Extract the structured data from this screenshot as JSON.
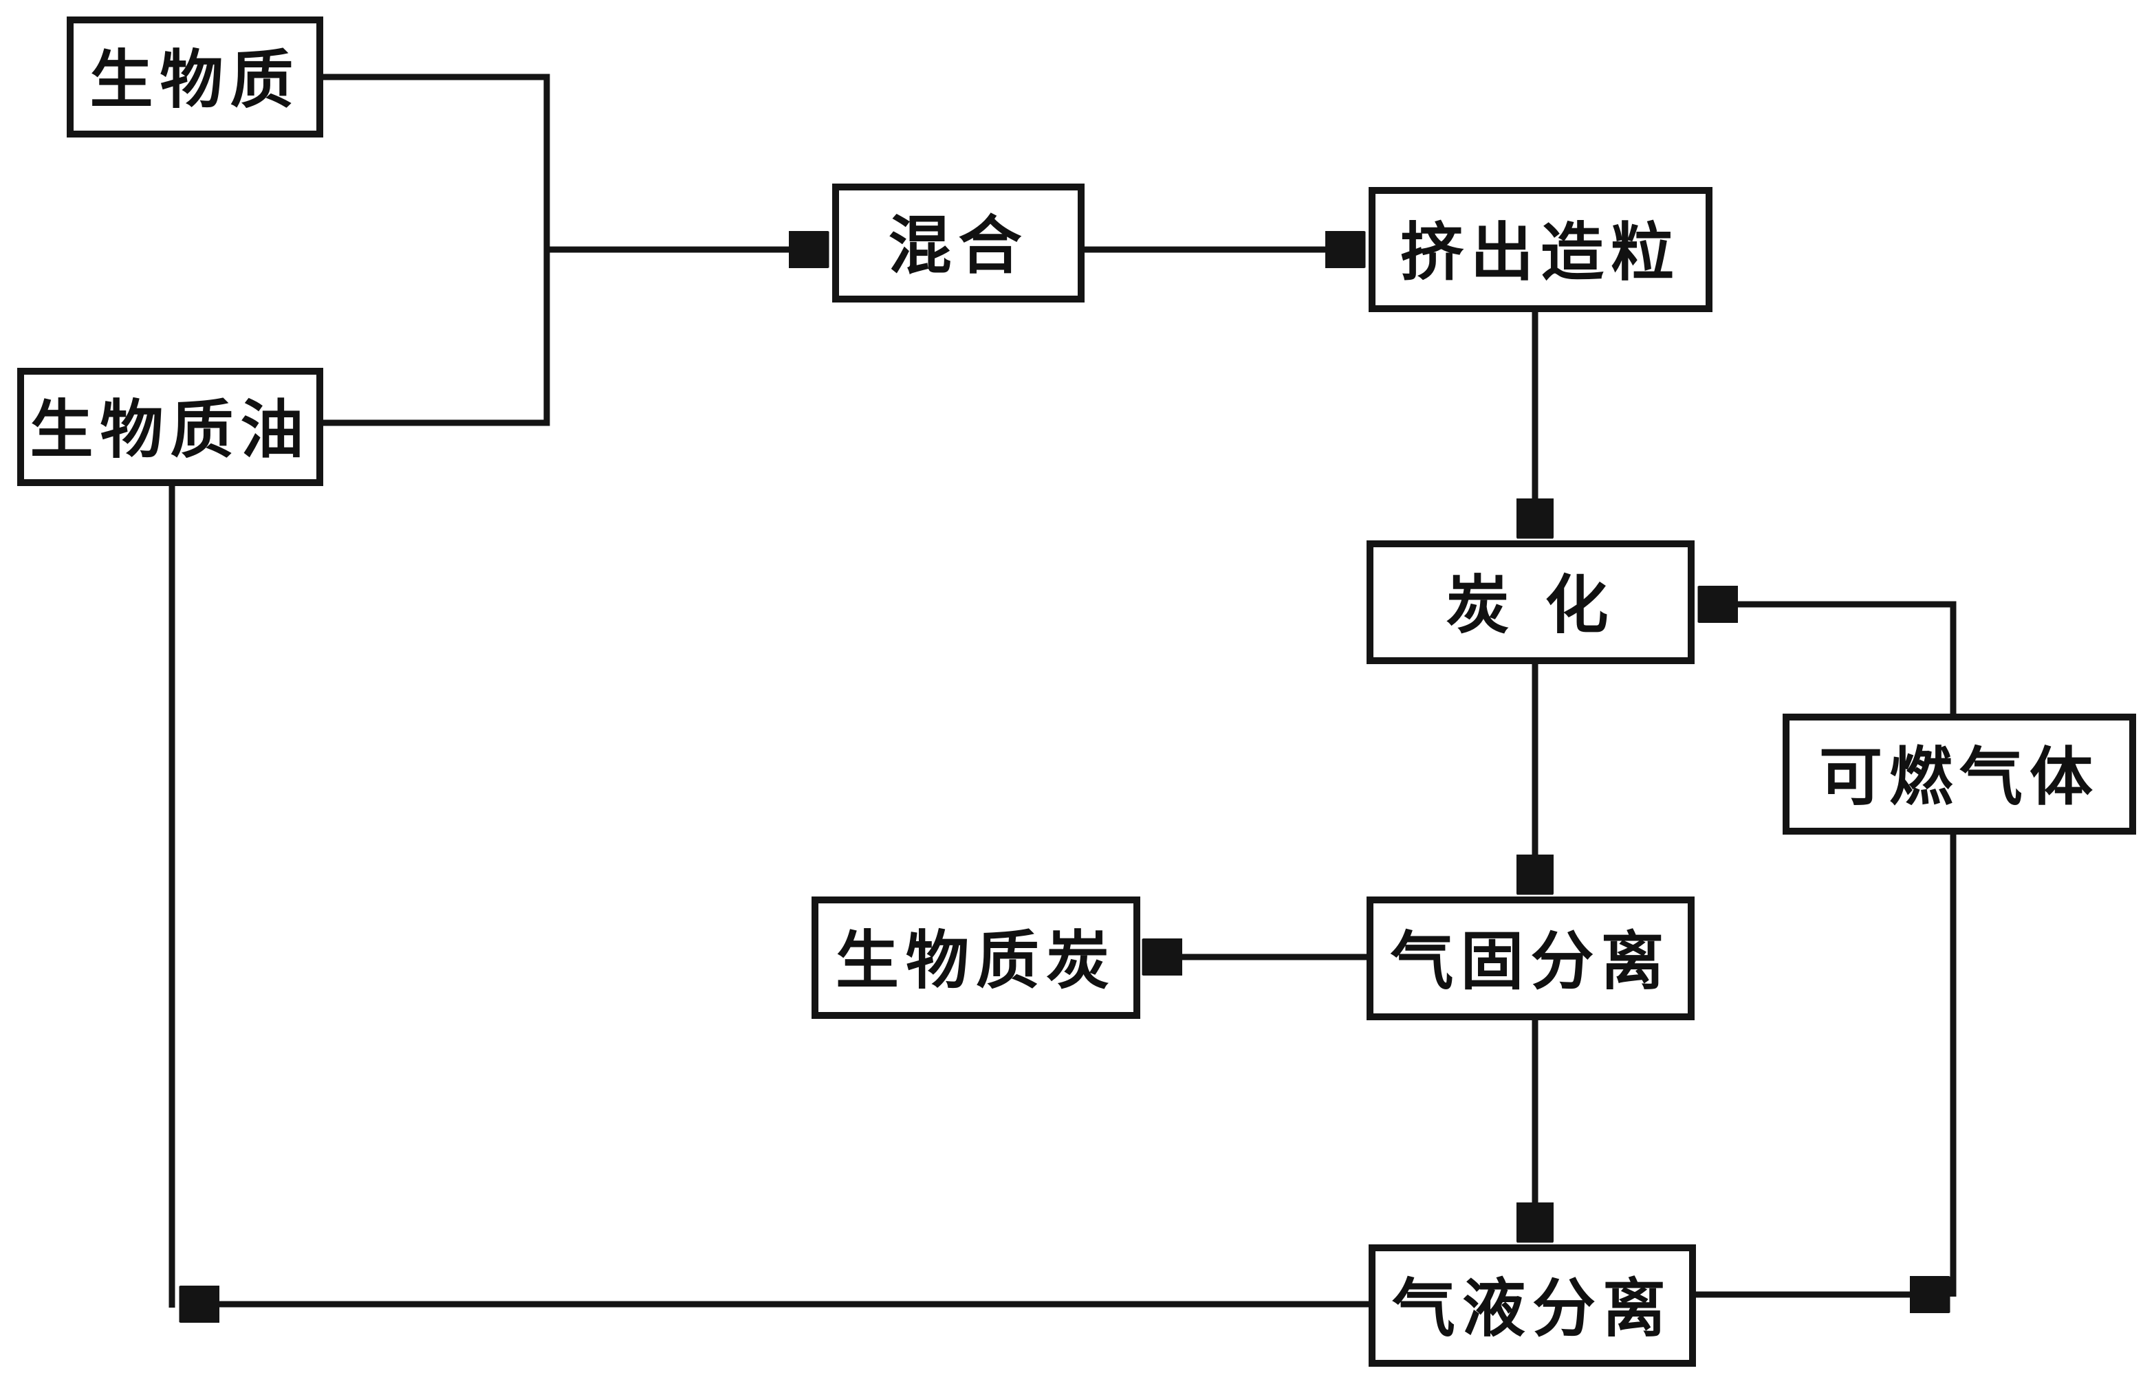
{
  "diagram": {
    "type": "flowchart",
    "background_color": "#ffffff",
    "line_color": "#141414",
    "text_color": "#111111",
    "nodes": {
      "biomass": {
        "label": "生物质"
      },
      "biomass_oil": {
        "label": "生物质油"
      },
      "mixing": {
        "label": "混合"
      },
      "extrusion_granulation": {
        "label": "挤出造粒"
      },
      "carbonization": {
        "label": "炭 化"
      },
      "combustible_gas": {
        "label": "可燃气体"
      },
      "gas_solid_separation": {
        "label": "气固分离"
      },
      "biomass_char": {
        "label": "生物质炭"
      },
      "gas_liquid_separation": {
        "label": "气液分离"
      }
    },
    "edges": [
      {
        "from": "生物质",
        "to": "混合",
        "type": "arrow"
      },
      {
        "from": "生物质油",
        "to": "混合",
        "type": "arrow"
      },
      {
        "from": "混合",
        "to": "挤出造粒",
        "type": "arrow"
      },
      {
        "from": "挤出造粒",
        "to": "炭 化",
        "type": "arrow"
      },
      {
        "from": "炭 化",
        "to": "气固分离",
        "type": "arrow"
      },
      {
        "from": "气固分离",
        "to": "生物质炭",
        "type": "arrow"
      },
      {
        "from": "气固分离",
        "to": "气液分离",
        "type": "arrow"
      },
      {
        "from": "气液分离",
        "to": "生物质油",
        "type": "arrow"
      },
      {
        "from": "气液分离",
        "to": "可燃气体",
        "type": "arrow"
      },
      {
        "from": "可燃气体",
        "to": "炭 化",
        "type": "arrow"
      }
    ]
  }
}
